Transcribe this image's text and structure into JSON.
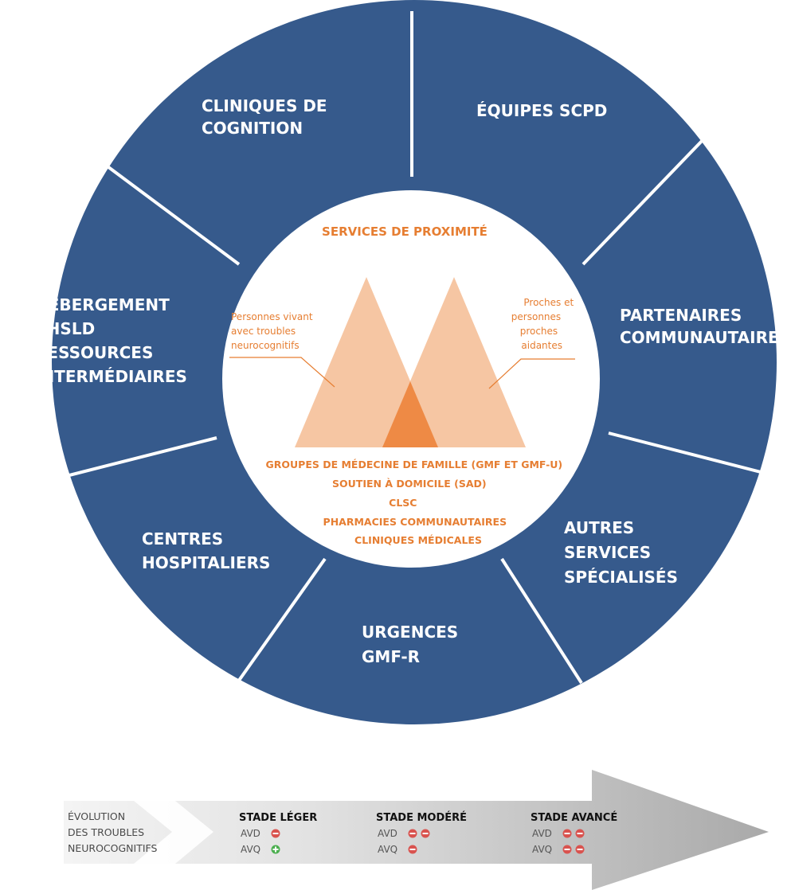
{
  "wheel": {
    "segments": [
      {
        "id": "cliniques-cognition",
        "lines": [
          "CLINIQUES DE",
          "COGNITION"
        ]
      },
      {
        "id": "equipes-scpd",
        "lines": [
          "ÉQUIPES SCPD"
        ]
      },
      {
        "id": "partenaires-communautaires",
        "lines": [
          "PARTENAIRES",
          "COMMUNAUTAIRES"
        ]
      },
      {
        "id": "autres-services",
        "lines": [
          "AUTRES",
          "SERVICES",
          "SPÉCIALISÉS"
        ]
      },
      {
        "id": "urgences",
        "lines": [
          "URGENCES",
          "GMF-R"
        ]
      },
      {
        "id": "centres-hospitaliers",
        "lines": [
          "CENTRES",
          "HOSPITALIERS"
        ]
      },
      {
        "id": "hebergement",
        "lines": [
          "HÉBERGEMENT",
          "CHSLD",
          "RESSOURCES",
          "INTERMÉDIAIRES"
        ]
      }
    ],
    "center": {
      "title": "SERVICES DE PROXIMITÉ",
      "left_caption": [
        "Personnes vivant",
        "avec troubles",
        "neurocognitifs"
      ],
      "right_caption": [
        "Proches et",
        "personnes",
        "proches",
        "aidantes"
      ],
      "services": [
        "GROUPES DE MÉDECINE DE FAMILLE (GMF ET GMF-U)",
        "SOUTIEN À DOMICILE (SAD)",
        "CLSC",
        "PHARMACIES COMMUNAUTAIRES",
        "CLINIQUES MÉDICALES"
      ]
    }
  },
  "evolution": {
    "heading": [
      "ÉVOLUTION",
      "DES TROUBLES",
      "NEUROCOGNITIFS"
    ],
    "stages": [
      {
        "title": "STADE LÉGER",
        "items": [
          {
            "label": "AVD",
            "icons": [
              "minus"
            ]
          },
          {
            "label": "AVQ",
            "icons": [
              "plus"
            ]
          }
        ]
      },
      {
        "title": "STADE MODÉRÉ",
        "items": [
          {
            "label": "AVD",
            "icons": [
              "minus",
              "minus"
            ]
          },
          {
            "label": "AVQ",
            "icons": [
              "minus"
            ]
          }
        ]
      },
      {
        "title": "STADE AVANCÉ",
        "items": [
          {
            "label": "AVD",
            "icons": [
              "minus",
              "minus"
            ]
          },
          {
            "label": "AVQ",
            "icons": [
              "minus",
              "minus"
            ]
          }
        ]
      }
    ]
  },
  "colors": {
    "wheel": "#365a8c",
    "divider": "#ffffff",
    "accent": "#e67e32",
    "triangle": "#f6c6a3",
    "overlap": "#ee8a45",
    "minus": "#d9534f",
    "plus": "#4caf50",
    "arrow_dark": "#b3b3b3",
    "arrow_light": "#f0f0f0"
  }
}
